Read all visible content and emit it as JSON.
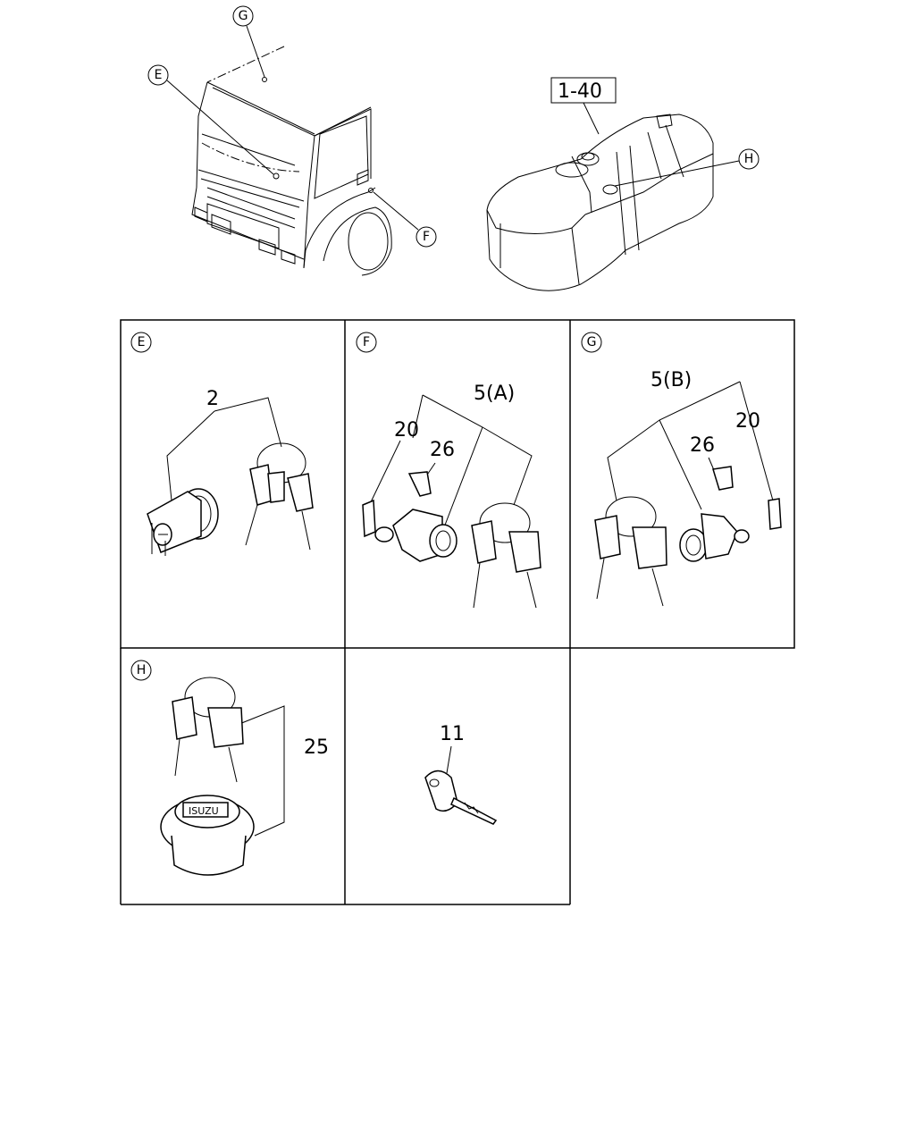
{
  "overview": {
    "callout_g": "G",
    "callout_e": "E",
    "callout_f": "F",
    "callout_h": "H",
    "ref_box": "1-40"
  },
  "panels": {
    "e": {
      "letter": "E",
      "part": "2"
    },
    "f": {
      "letter": "F",
      "part_group": "5(A)",
      "part_clip": "20",
      "part_bolt": "26"
    },
    "g": {
      "letter": "G",
      "part_group": "5(B)",
      "part_clip": "20",
      "part_bolt": "26"
    },
    "h": {
      "letter": "H",
      "part": "25"
    },
    "key": {
      "part": "11"
    }
  },
  "cap_emblem": "ISUZU"
}
